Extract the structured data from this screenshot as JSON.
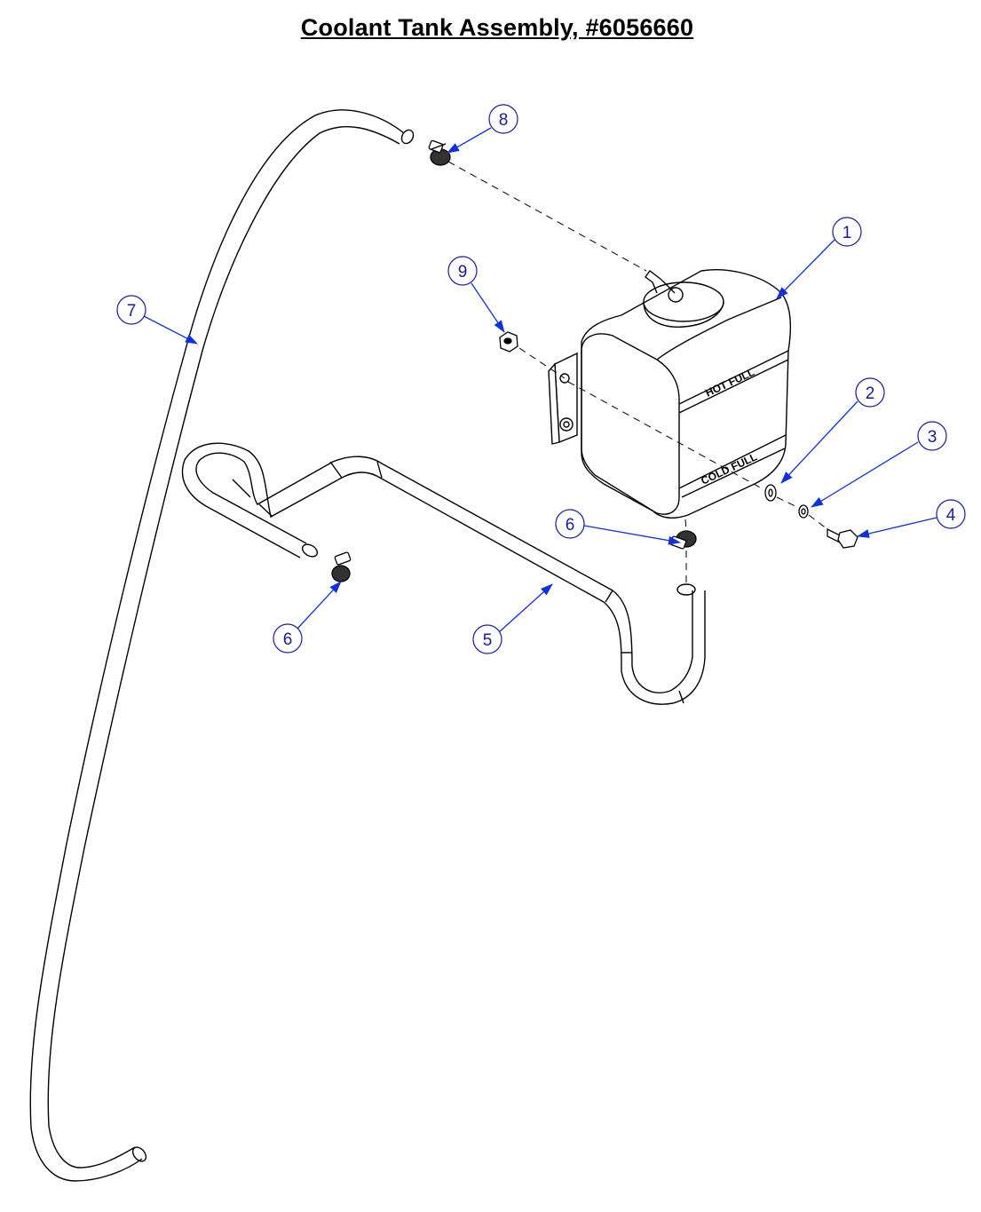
{
  "title": "Coolant Tank Assembly, #6056660",
  "tank_labels": {
    "hot_full": "HOT FULL",
    "cold_full": "COLD FULL"
  },
  "callouts": [
    {
      "id": "c1",
      "number": "1"
    },
    {
      "id": "c2",
      "number": "2"
    },
    {
      "id": "c3",
      "number": "3"
    },
    {
      "id": "c4",
      "number": "4"
    },
    {
      "id": "c5",
      "number": "5"
    },
    {
      "id": "c6a",
      "number": "6"
    },
    {
      "id": "c6b",
      "number": "6"
    },
    {
      "id": "c7",
      "number": "7"
    },
    {
      "id": "c8",
      "number": "8"
    },
    {
      "id": "c9",
      "number": "9"
    }
  ],
  "colors": {
    "callout": "#1a1aa0",
    "arrow": "#1030e0",
    "line": "#000000"
  }
}
